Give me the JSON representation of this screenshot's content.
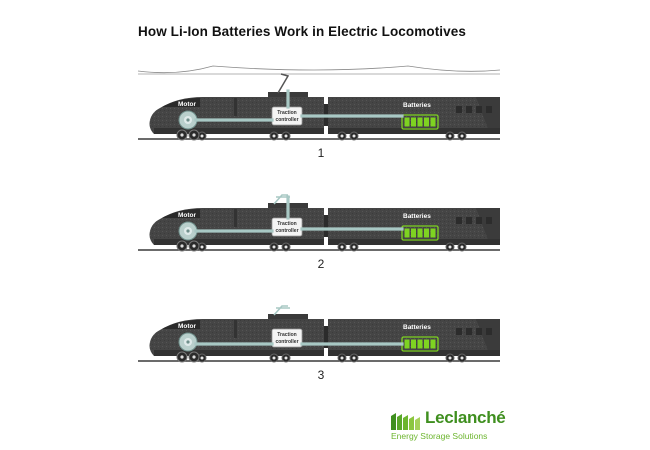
{
  "title": "How Li-Ion Batteries Work in Electric Locomotives",
  "labels": {
    "motor": "Motor",
    "batteries": "Batteries",
    "controller_line1": "Traction",
    "controller_line2": "controller"
  },
  "steps": [
    {
      "number": "1",
      "catenary": true,
      "pantograph": "raised",
      "flow": "to-battery"
    },
    {
      "number": "2",
      "catenary": false,
      "pantograph": "lowered",
      "flow": "to-motor"
    },
    {
      "number": "3",
      "catenary": false,
      "pantograph": "lowered",
      "flow": "regenerative"
    }
  ],
  "battery_cells": 5,
  "logo": {
    "name": "Leclanché",
    "tagline": "Energy Storage Solutions"
  },
  "colors": {
    "train_body": "#434343",
    "train_dark": "#2a2a2a",
    "flow_path": "#a8c8c4",
    "battery_green": "#7ed321",
    "logo_green": "#3f8f1f",
    "tagline_green": "#6cb52e"
  }
}
